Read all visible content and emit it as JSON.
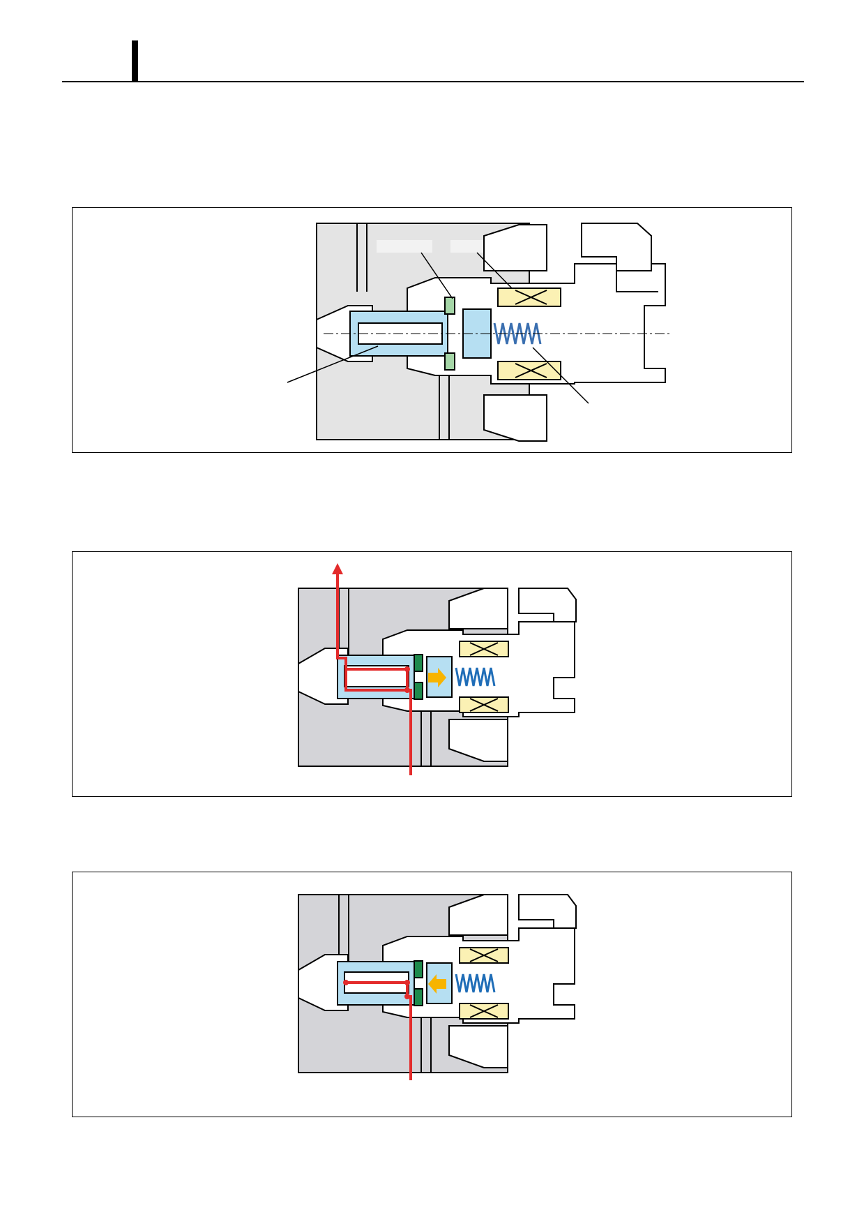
{
  "header": {
    "title": ""
  },
  "figures": [
    {
      "id": "fig-structure",
      "labels": [
        "",
        "",
        "",
        ""
      ],
      "colors": {
        "body": "#e4e4e4",
        "blue": "#b6dff2",
        "yellow": "#fbf1b4",
        "green": "#a5d6a7",
        "spring": "#3a6fb0"
      }
    },
    {
      "id": "fig-flow-open",
      "colors": {
        "body": "#d4d4d8",
        "blue": "#b6dff2",
        "yellow": "#fbf1b4",
        "green": "#1e8a4c",
        "flow": "#e32b2b",
        "arrow": "#f7b400",
        "spring": "#1f6db7"
      }
    },
    {
      "id": "fig-flow-closed",
      "colors": {
        "body": "#d4d4d8",
        "blue": "#b6dff2",
        "yellow": "#fbf1b4",
        "green": "#1e8a4c",
        "flow": "#e32b2b",
        "arrow": "#f7b400",
        "spring": "#1f6db7"
      }
    }
  ]
}
